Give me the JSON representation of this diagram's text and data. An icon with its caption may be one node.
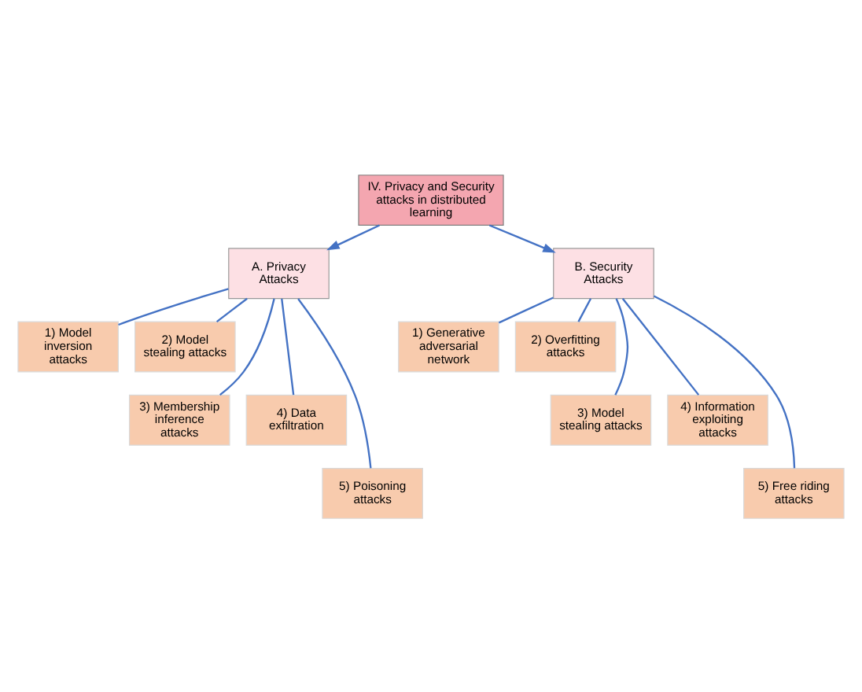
{
  "diagram": {
    "nodes": [
      {
        "text": [
          "IV. Privacy and Security attacks in distributed learning"
        ]
      },
      {
        "text": [
          "A. Privacy Attacks"
        ]
      },
      {
        "text": [
          "B. Security Attacks"
        ]
      },
      {
        "text": [
          "1) Model inversion attacks"
        ]
      },
      {
        "text": [
          "2) Model stealing attacks"
        ]
      },
      {
        "text": [
          "3) Membership inference attacks"
        ]
      },
      {
        "text": [
          "4) Data exfiltration"
        ]
      },
      {
        "text": [
          "5) Poisoning attacks"
        ]
      },
      {
        "text": [
          "1) Generative adversarial network"
        ]
      },
      {
        "text": [
          "2) Overfitting attacks"
        ]
      },
      {
        "text": [
          "3) Model stealing attacks"
        ]
      },
      {
        "text": [
          "4) Information exploiting attacks"
        ]
      },
      {
        "text": [
          "5) Free riding attacks"
        ]
      }
    ],
    "edges": [
      {
        "from": 0,
        "to": 1,
        "arrow": "to"
      },
      {
        "from": 0,
        "to": 2,
        "arrow": "to"
      },
      {
        "from": 1,
        "to": 3,
        "arrow": "none"
      },
      {
        "from": 1,
        "to": 4,
        "arrow": "none"
      },
      {
        "from": 1,
        "to": 5,
        "arrow": "none"
      },
      {
        "from": 1,
        "to": 6,
        "arrow": "none"
      },
      {
        "from": 1,
        "to": 7,
        "arrow": "none"
      },
      {
        "from": 2,
        "to": 8,
        "arrow": "none"
      },
      {
        "from": 2,
        "to": 9,
        "arrow": "none"
      },
      {
        "from": 2,
        "to": 10,
        "arrow": "none"
      },
      {
        "from": 2,
        "to": 11,
        "arrow": "none"
      },
      {
        "from": 2,
        "to": 12,
        "arrow": "none"
      }
    ]
  }
}
